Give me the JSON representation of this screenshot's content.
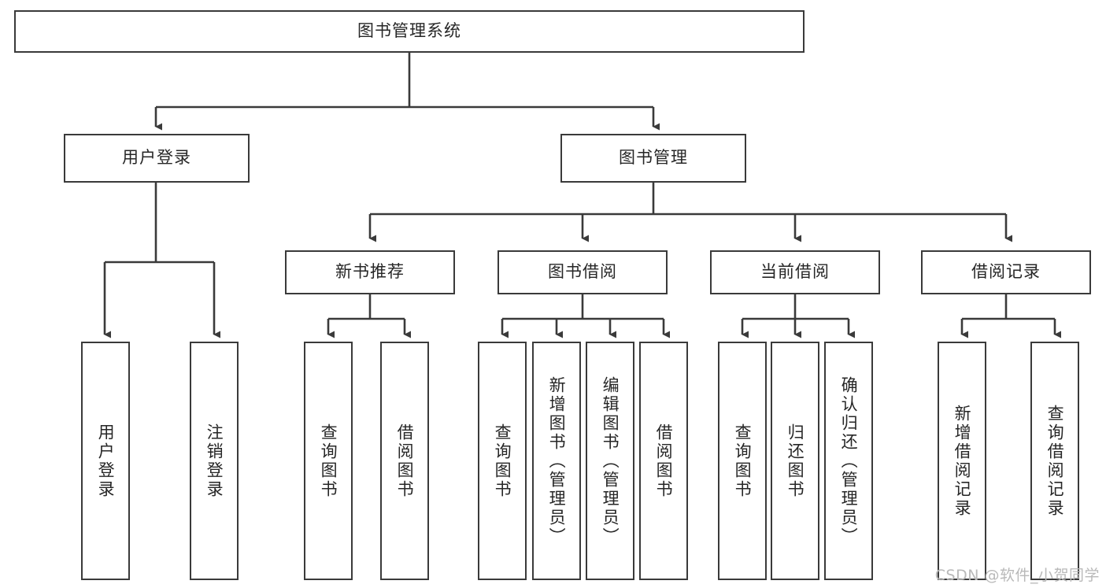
{
  "diagram": {
    "type": "tree",
    "title": "图书管理系统",
    "watermark": "CSDN @软件_小贺同学",
    "root": {
      "label": "图书管理系统",
      "orientation": "horizontal"
    },
    "level2": [
      {
        "label": "用户登录",
        "orientation": "horizontal"
      },
      {
        "label": "图书管理",
        "orientation": "horizontal"
      }
    ],
    "level3": [
      {
        "label": "新书推荐",
        "orientation": "horizontal"
      },
      {
        "label": "图书借阅",
        "orientation": "horizontal"
      },
      {
        "label": "当前借阅",
        "orientation": "horizontal"
      },
      {
        "label": "借阅记录",
        "orientation": "horizontal"
      }
    ],
    "leaves": {
      "user_login": [
        {
          "label": "用户登录",
          "orientation": "vertical"
        },
        {
          "label": "注销登录",
          "orientation": "vertical"
        }
      ],
      "new_book_recommend": [
        {
          "label": "查询图书",
          "orientation": "vertical"
        },
        {
          "label": "借阅图书",
          "orientation": "vertical"
        }
      ],
      "book_borrow": [
        {
          "label": "查询图书",
          "orientation": "vertical"
        },
        {
          "label": "新增图书（管理员）",
          "orientation": "vertical"
        },
        {
          "label": "编辑图书（管理员）",
          "orientation": "vertical"
        },
        {
          "label": "借阅图书",
          "orientation": "vertical"
        }
      ],
      "current_borrow": [
        {
          "label": "查询图书",
          "orientation": "vertical"
        },
        {
          "label": "归还图书",
          "orientation": "vertical"
        },
        {
          "label": "确认归还（管理员）",
          "orientation": "vertical"
        }
      ],
      "borrow_record": [
        {
          "label": "新增借阅记录",
          "orientation": "vertical"
        },
        {
          "label": "查询借阅记录",
          "orientation": "vertical"
        }
      ]
    },
    "colors": {
      "border": "#3a3a3a",
      "line": "#3a3a3a",
      "text": "#262626",
      "background": "#ffffff",
      "watermark": "#b9b9b9"
    }
  }
}
